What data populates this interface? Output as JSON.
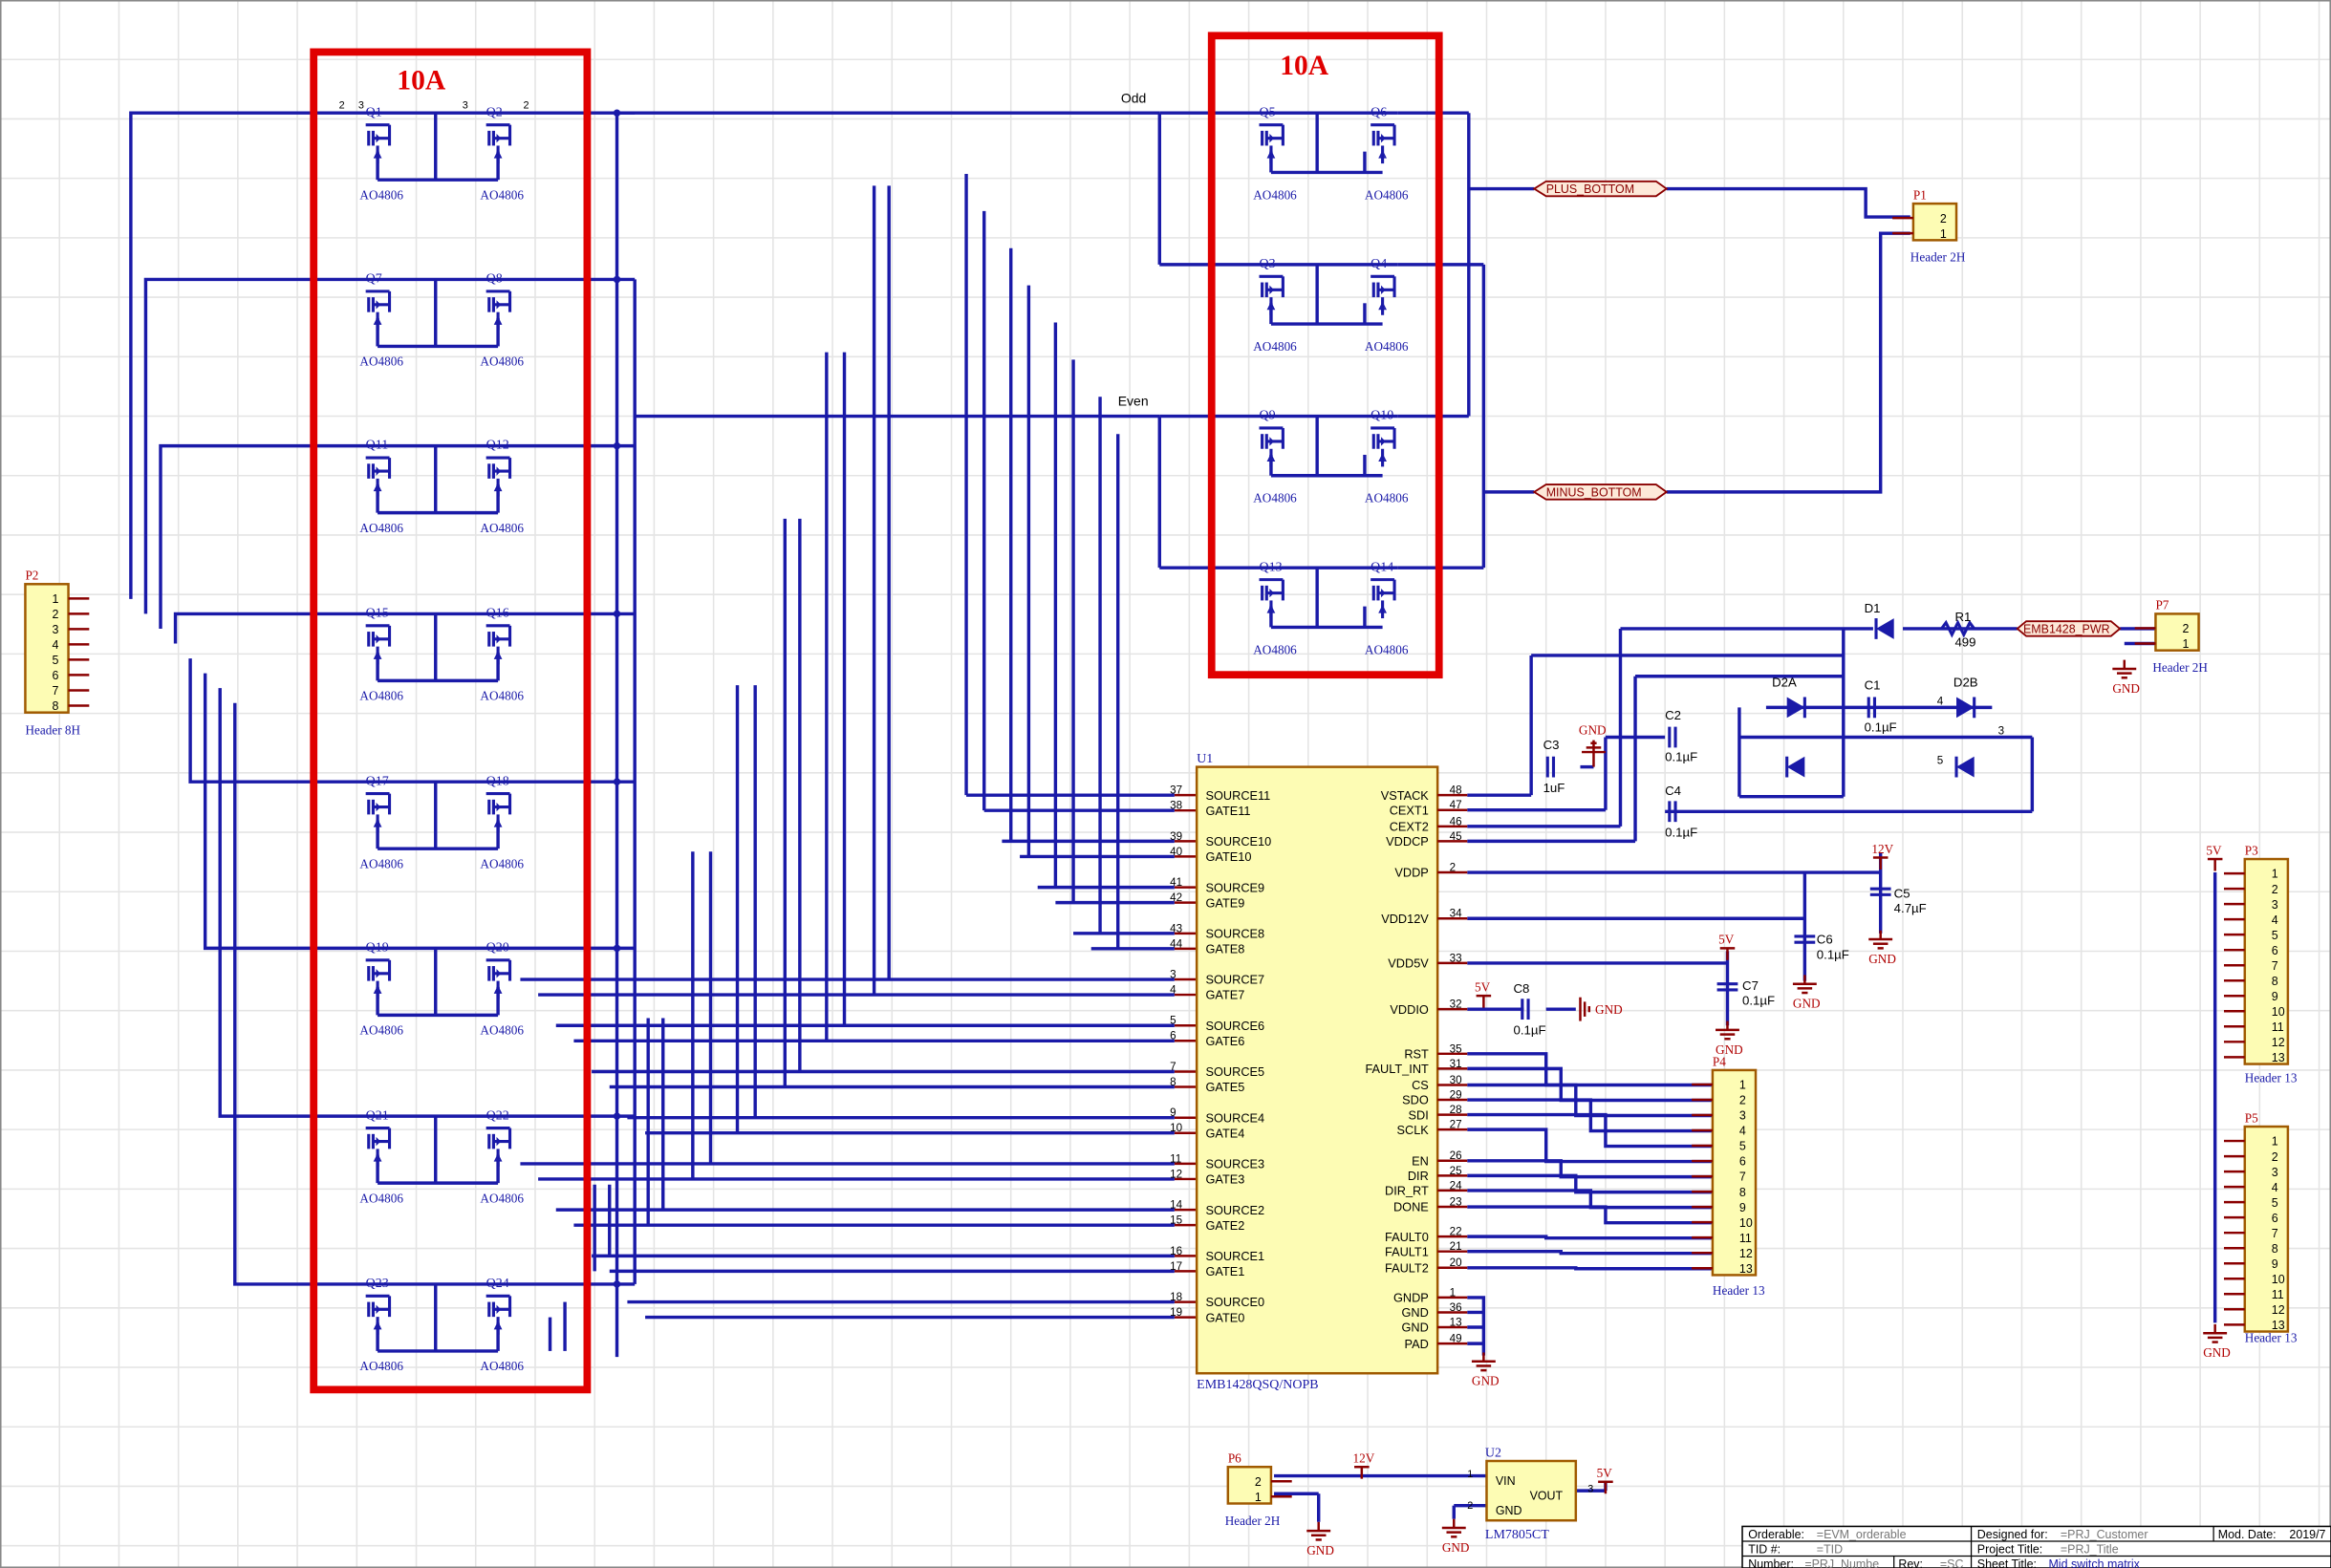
{
  "regions": {
    "left_label": "10A",
    "right_label": "10A"
  },
  "mosfet_part": "AO4806",
  "left_bank": [
    {
      "a": "Q1",
      "b": "Q2",
      "pa": "2",
      "pb": "3",
      "pc": "3",
      "pd": "2"
    },
    {
      "a": "Q7",
      "b": "Q8"
    },
    {
      "a": "Q11",
      "b": "Q12"
    },
    {
      "a": "Q15",
      "b": "Q16"
    },
    {
      "a": "Q17",
      "b": "Q18"
    },
    {
      "a": "Q19",
      "b": "Q20"
    },
    {
      "a": "Q21",
      "b": "Q22"
    },
    {
      "a": "Q23",
      "b": "Q24"
    }
  ],
  "right_bank": [
    {
      "a": "Q5",
      "b": "Q6"
    },
    {
      "a": "Q3",
      "b": "Q4"
    },
    {
      "a": "Q9",
      "b": "Q10"
    },
    {
      "a": "Q13",
      "b": "Q14"
    }
  ],
  "net_labels": {
    "odd": "Odd",
    "even": "Even",
    "plus": "PLUS_BOTTOM",
    "minus": "MINUS_BOTTOM",
    "pwr": "EMB1428_PWR"
  },
  "p2": {
    "ref": "P2",
    "name": "Header 8H",
    "pins": [
      "1",
      "2",
      "3",
      "4",
      "5",
      "6",
      "7",
      "8"
    ]
  },
  "p1": {
    "ref": "P1",
    "name": "Header 2H",
    "pins": [
      "2",
      "1"
    ]
  },
  "p7": {
    "ref": "P7",
    "name": "Header 2H",
    "pins": [
      "2",
      "1"
    ]
  },
  "p6": {
    "ref": "P6",
    "name": "Header 2H",
    "pins": [
      "2",
      "1"
    ]
  },
  "p3": {
    "ref": "P3",
    "name": "Header 13",
    "pins": [
      "1",
      "2",
      "3",
      "4",
      "5",
      "6",
      "7",
      "8",
      "9",
      "10",
      "11",
      "12",
      "13"
    ]
  },
  "p4": {
    "ref": "P4",
    "name": "Header 13",
    "pins": [
      "1",
      "2",
      "3",
      "4",
      "5",
      "6",
      "7",
      "8",
      "9",
      "10",
      "11",
      "12",
      "13"
    ]
  },
  "p5": {
    "ref": "P5",
    "name": "Header 13",
    "pins": [
      "1",
      "2",
      "3",
      "4",
      "5",
      "6",
      "7",
      "8",
      "9",
      "10",
      "11",
      "12",
      "13"
    ]
  },
  "u1": {
    "ref": "U1",
    "part": "EMB1428QSQ/NOPB",
    "left": [
      [
        "37",
        "SOURCE11"
      ],
      [
        "38",
        "GATE11"
      ],
      [
        "39",
        "SOURCE10"
      ],
      [
        "40",
        "GATE10"
      ],
      [
        "41",
        "SOURCE9"
      ],
      [
        "42",
        "GATE9"
      ],
      [
        "43",
        "SOURCE8"
      ],
      [
        "44",
        "GATE8"
      ],
      [
        "3",
        "SOURCE7"
      ],
      [
        "4",
        "GATE7"
      ],
      [
        "5",
        "SOURCE6"
      ],
      [
        "6",
        "GATE6"
      ],
      [
        "7",
        "SOURCE5"
      ],
      [
        "8",
        "GATE5"
      ],
      [
        "9",
        "SOURCE4"
      ],
      [
        "10",
        "GATE4"
      ],
      [
        "11",
        "SOURCE3"
      ],
      [
        "12",
        "GATE3"
      ],
      [
        "14",
        "SOURCE2"
      ],
      [
        "15",
        "GATE2"
      ],
      [
        "16",
        "SOURCE1"
      ],
      [
        "17",
        "GATE1"
      ],
      [
        "18",
        "SOURCE0"
      ],
      [
        "19",
        "GATE0"
      ]
    ],
    "right": [
      [
        "48",
        "VSTACK"
      ],
      [
        "47",
        "CEXT1"
      ],
      [
        "46",
        "CEXT2"
      ],
      [
        "45",
        "VDDCP"
      ],
      [
        "2",
        "VDDP"
      ],
      [
        "34",
        "VDD12V"
      ],
      [
        "33",
        "VDD5V"
      ],
      [
        "32",
        "VDDIO"
      ],
      [
        "35",
        "RST"
      ],
      [
        "31",
        "FAULT_INT"
      ],
      [
        "30",
        "CS"
      ],
      [
        "29",
        "SDO"
      ],
      [
        "28",
        "SDI"
      ],
      [
        "27",
        "SCLK"
      ],
      [
        "26",
        "EN"
      ],
      [
        "25",
        "DIR"
      ],
      [
        "24",
        "DIR_RT"
      ],
      [
        "23",
        "DONE"
      ],
      [
        "22",
        "FAULT0"
      ],
      [
        "21",
        "FAULT1"
      ],
      [
        "20",
        "FAULT2"
      ],
      [
        "1",
        "GNDP"
      ],
      [
        "36",
        "GND"
      ],
      [
        "13",
        "GND"
      ],
      [
        "49",
        "PAD"
      ]
    ]
  },
  "u2": {
    "ref": "U2",
    "part": "LM7805CT",
    "vin": "VIN",
    "gnd": "GND",
    "vout": "VOUT",
    "p1": "1",
    "p2": "2",
    "p3": "3"
  },
  "caps": {
    "c1": {
      "ref": "C1",
      "val": "0.1µF"
    },
    "c2": {
      "ref": "C2",
      "val": "0.1µF"
    },
    "c3": {
      "ref": "C3",
      "val": "1uF"
    },
    "c4": {
      "ref": "C4",
      "val": "0.1µF"
    },
    "c5": {
      "ref": "C5",
      "val": "4.7µF"
    },
    "c6": {
      "ref": "C6",
      "val": "0.1µF"
    },
    "c7": {
      "ref": "C7",
      "val": "0.1µF"
    },
    "c8": {
      "ref": "C8",
      "val": "0.1µF"
    }
  },
  "diodes": {
    "d1": "D1",
    "d2a": "D2A",
    "d2b": "D2B",
    "d2b_p4": "4",
    "d2b_p3": "3",
    "d2b_p5": "5"
  },
  "resistor": {
    "ref": "R1",
    "val": "499"
  },
  "power": {
    "gnd": "GND",
    "v12": "12V",
    "v5": "5V"
  },
  "title_block": {
    "orderable_l": "Orderable:",
    "orderable_v": "=EVM_orderable",
    "tid_l": "TID #:",
    "tid_v": "=TID",
    "number_l": "Number:",
    "number_v": "=PRJ_Numbe",
    "rev_l": "Rev:",
    "rev_v": "=SC",
    "designed_l": "Designed for:",
    "designed_v": "=PRJ_Customer",
    "project_l": "Project Title:",
    "project_v": "=PRJ_Title",
    "sheet_l": "Sheet Title:",
    "sheet_v": "Mid switch matrix",
    "mod_l": "Mod. Date:",
    "mod_v": "2019/7"
  }
}
